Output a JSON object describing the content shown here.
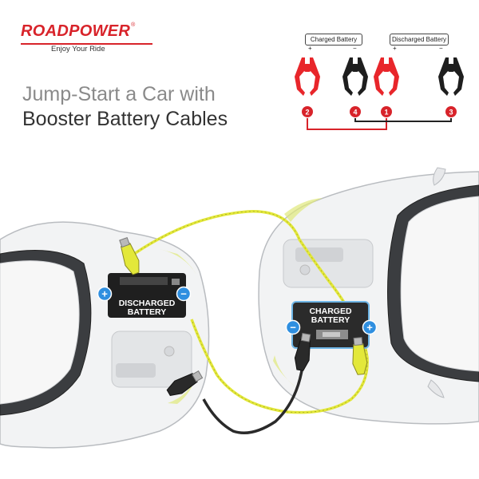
{
  "brand": {
    "name": "ROADPOWER",
    "registered": "®",
    "tagline": "Enjoy Your Ride",
    "color": "#d8232a"
  },
  "title": {
    "line1": "Jump-Start a Car with",
    "line2": "Booster Battery Cables"
  },
  "legend": {
    "charged_label": "Charged Battery",
    "discharged_label": "Discharged Battery",
    "plus": "+",
    "minus": "−",
    "steps": [
      "2",
      "4",
      "1",
      "3"
    ],
    "clamp_colors": {
      "positive": "#e8262b",
      "negative": "#1e1e1e"
    },
    "wire_colors": {
      "positive": "#d8232a",
      "negative": "#222222"
    }
  },
  "illustration": {
    "discharged_battery": {
      "line1": "DISCHARGED",
      "line2": "BATTERY",
      "plus": "+",
      "minus": "−"
    },
    "charged_battery": {
      "line1": "CHARGED",
      "line2": "BATTERY",
      "plus": "+",
      "minus": "−"
    },
    "cable_colors": {
      "positive": "#e3e83a",
      "negative": "#2a2a2a"
    },
    "terminal_badge_color": "#2f8fe0"
  }
}
